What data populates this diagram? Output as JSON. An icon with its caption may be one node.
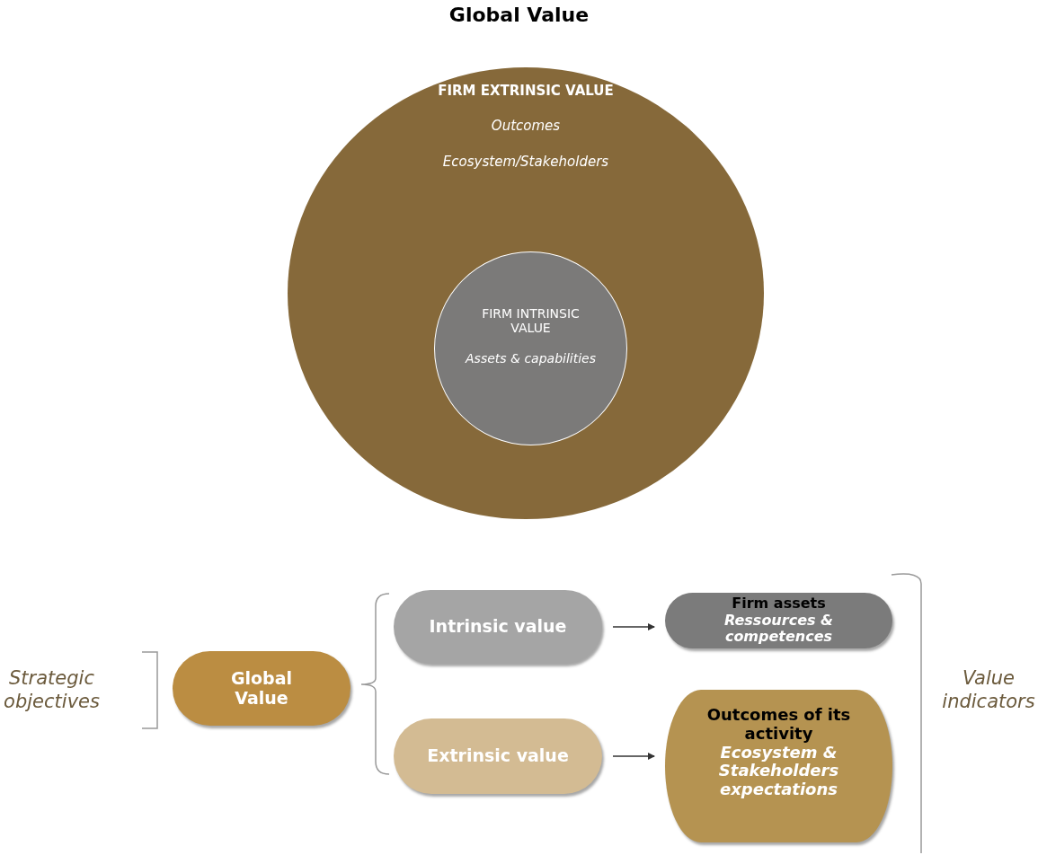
{
  "diagram": {
    "title": "Global Value",
    "nodes": [
      {
        "text": [
          "FIRM EXTRINSIC VALUE",
          "Outcomes",
          "Ecosystem/Stakeholders"
        ]
      },
      {
        "text": [
          "FIRM INTRINSIC VALUE",
          "Assets & capabilities"
        ],
        "in": 0
      },
      {
        "text": [
          "Global Value"
        ]
      },
      {
        "text": [
          "Intrinsic value"
        ]
      },
      {
        "text": [
          "Extrinsic value"
        ]
      },
      {
        "text": [
          "Firm assets",
          "Ressources & competences"
        ]
      },
      {
        "text": [
          "Outcomes of its activity",
          "Ecosystem & Stakeholders expectations"
        ]
      }
    ],
    "edges": [
      {
        "from": 3,
        "to": 5,
        "arrow": "to"
      },
      {
        "from": 4,
        "to": 6,
        "arrow": "to"
      }
    ],
    "labels": [
      "Strategic objectives",
      "Value indicators"
    ]
  }
}
